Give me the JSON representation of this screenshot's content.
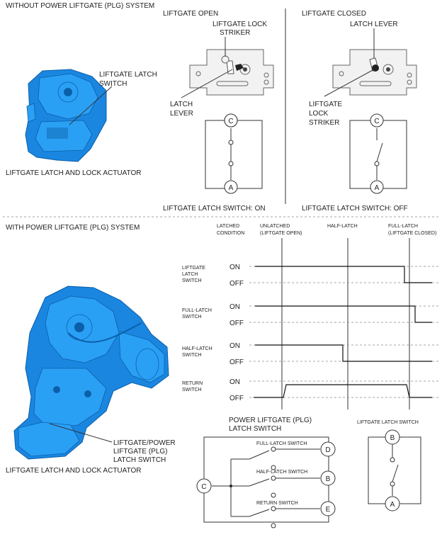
{
  "top": {
    "heading": "WITHOUT POWER LIFTGATE (PLG) SYSTEM",
    "actuator_label_1": "LIFTGATE LATCH",
    "actuator_label_2": "SWITCH",
    "actuator_caption": "LIFTGATE LATCH AND LOCK ACTUATOR",
    "open": {
      "title": "LIFTGATE OPEN",
      "striker_1": "LIFTGATE LOCK",
      "striker_2": "STRIKER",
      "lever_1": "LATCH",
      "lever_2": "LEVER",
      "terminal_top": "C",
      "terminal_bottom": "A",
      "status": "LIFTGATE LATCH SWITCH: ON"
    },
    "closed": {
      "title": "LIFTGATE CLOSED",
      "lever": "LATCH LEVER",
      "striker_1": "LIFTGATE",
      "striker_2": "LOCK",
      "striker_3": "STRIKER",
      "terminal_top": "C",
      "terminal_bottom": "A",
      "status": "LIFTGATE LATCH SWITCH: OFF"
    }
  },
  "bottom": {
    "heading": "WITH POWER LIFTGATE (PLG) SYSTEM",
    "actuator_label_1": "LIFTGATE/POWER",
    "actuator_label_2": "LIFTGATE (PLG)",
    "actuator_label_3": "LATCH SWITCH",
    "actuator_caption": "LIFTGATE LATCH AND LOCK ACTUATOR",
    "timing": {
      "col_latched_1": "LATCHED",
      "col_latched_2": "CONDITION",
      "col_unlatched_1": "UNLATCHED",
      "col_unlatched_2": "(LIFTGATE OPEN)",
      "col_half": "HALF-LATCH",
      "col_full_1": "FULL-LATCH",
      "col_full_2": "(LIFTGATE CLOSED)",
      "on": "ON",
      "off": "OFF",
      "rows": [
        {
          "l1": "LIFTGATE",
          "l2": "LATCH",
          "l3": "SWITCH"
        },
        {
          "l1": "FULL-LATCH",
          "l2": "SWITCH",
          "l3": ""
        },
        {
          "l1": "HALF-LATCH",
          "l2": "SWITCH",
          "l3": ""
        },
        {
          "l1": "RETURN",
          "l2": "SWITCH",
          "l3": ""
        }
      ]
    },
    "plg": {
      "title_1": "POWER LIFTGATE (PLG)",
      "title_2": "LATCH SWITCH",
      "full": "FULL-LATCH SWITCH",
      "half": "HALF-LATCH SWITCH",
      "ret": "RETURN SWITCH",
      "t_c": "C",
      "t_d": "D",
      "t_b": "B",
      "t_e": "E"
    },
    "latch": {
      "title": "LIFTGATE LATCH SWITCH",
      "t_b": "B",
      "t_a": "A"
    }
  }
}
